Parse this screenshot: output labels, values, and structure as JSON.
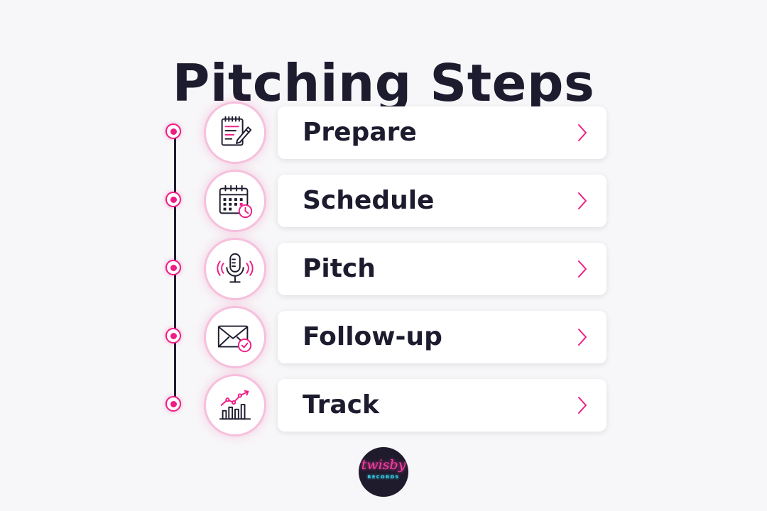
{
  "title": "Pitching Steps",
  "steps": [
    {
      "label": "Prepare",
      "icon": "notepad-pencil-icon"
    },
    {
      "label": "Schedule",
      "icon": "calendar-clock-icon"
    },
    {
      "label": "Pitch",
      "icon": "microphone-icon"
    },
    {
      "label": "Follow-up",
      "icon": "envelope-check-icon"
    },
    {
      "label": "Track",
      "icon": "bar-chart-trend-icon"
    }
  ],
  "logo": {
    "script": "twisby",
    "subtitle": "RECORDS"
  },
  "colors": {
    "accent": "#ee1d85",
    "text": "#1d1b2e",
    "background": "#f7f6f8",
    "logo_bg": "#1f1b2d",
    "logo_pink": "#ff3ea5",
    "logo_cyan": "#38d9f5"
  }
}
